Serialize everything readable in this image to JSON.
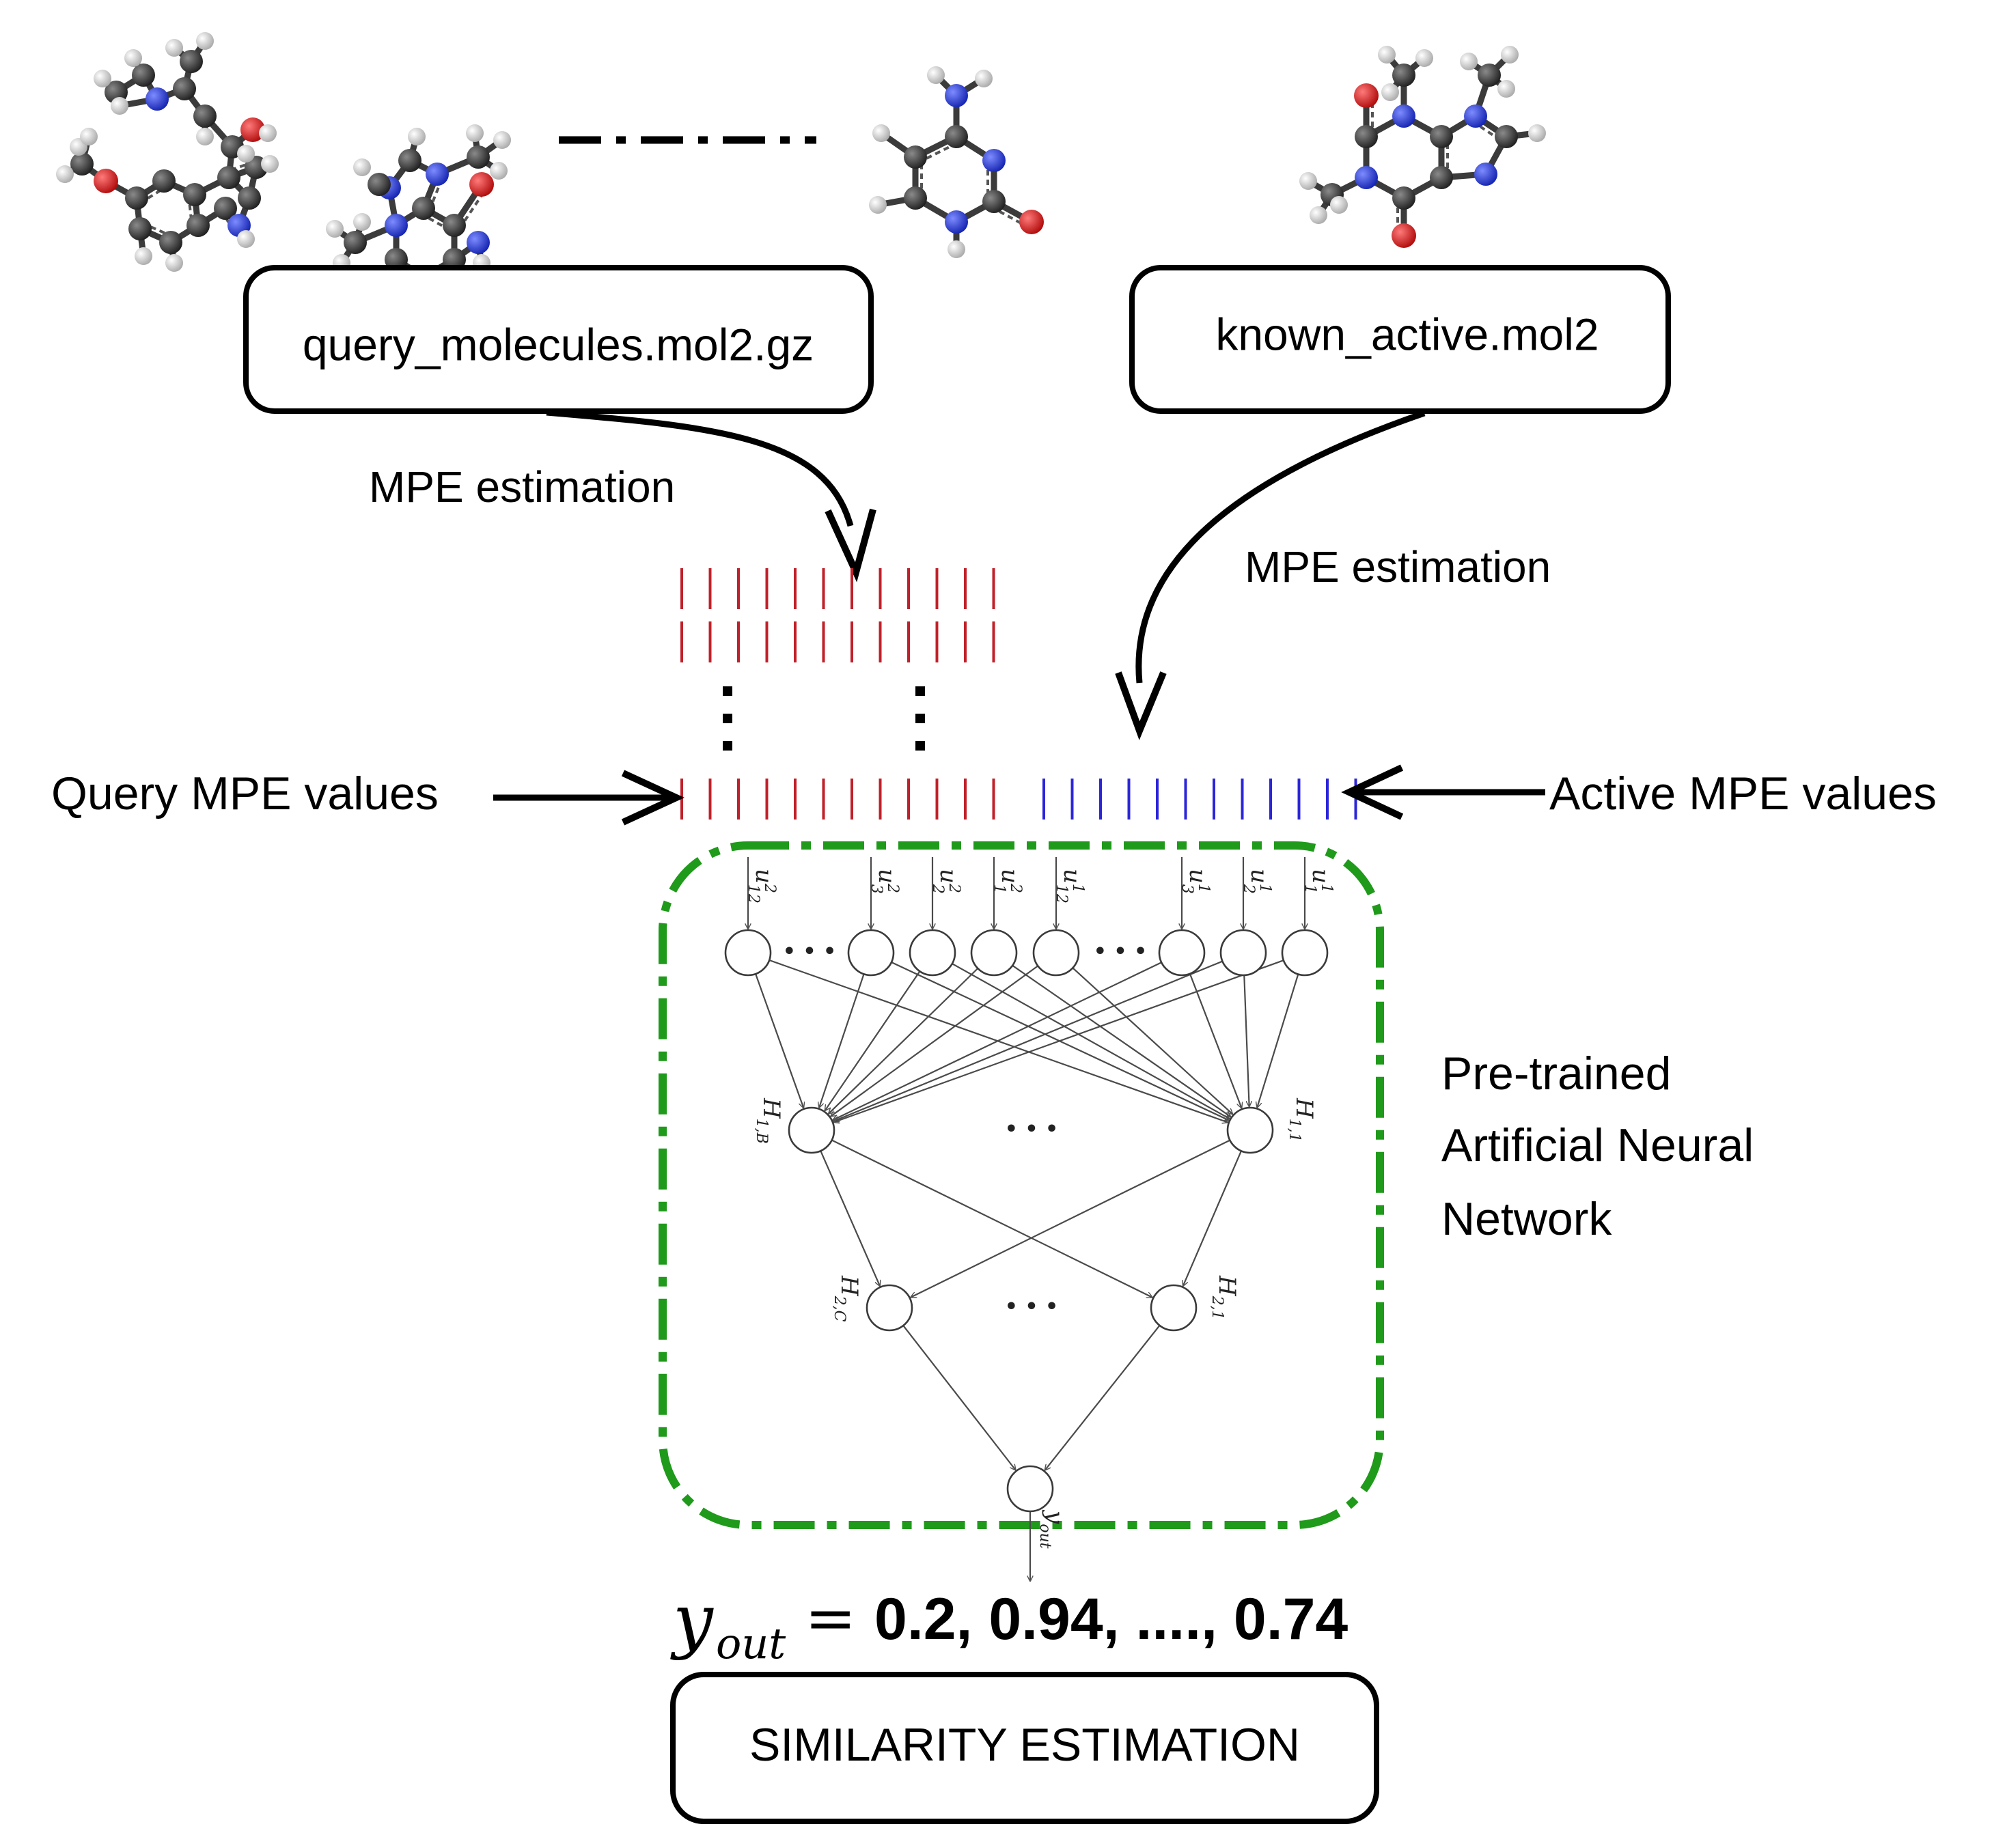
{
  "files": {
    "query": "query_molecules.mol2.gz",
    "active": "known_active.mol2"
  },
  "labels": {
    "mpe_left": "MPE estimation",
    "mpe_right": "MPE estimation",
    "query_values": "Query MPE values",
    "active_values": "Active MPE values",
    "ann_line1": "Pre-trained",
    "ann_line2": "Artificial Neural",
    "ann_line3": "Network",
    "output_box": "SIMILARITY ESTIMATION"
  },
  "output": {
    "symbol": "y",
    "subscript": "out",
    "equals": "=",
    "values": "0.2, 0.94, ...., 0.74"
  },
  "network": {
    "inputs": [
      {
        "base": "u",
        "sub": "12",
        "sup": "2"
      },
      {
        "base": "u",
        "sub": "3",
        "sup": "2"
      },
      {
        "base": "u",
        "sub": "2",
        "sup": "2"
      },
      {
        "base": "u",
        "sub": "1",
        "sup": "2"
      },
      {
        "base": "u",
        "sub": "12",
        "sup": "1"
      },
      {
        "base": "u",
        "sub": "3",
        "sup": "1"
      },
      {
        "base": "u",
        "sub": "2",
        "sup": "1"
      },
      {
        "base": "u",
        "sub": "1",
        "sup": "1"
      }
    ],
    "h1_left": {
      "base": "H",
      "sub": "1,B"
    },
    "h1_right": {
      "base": "H",
      "sub": "1,1"
    },
    "h2_left": {
      "base": "H",
      "sub": "2,C"
    },
    "h2_right": {
      "base": "H",
      "sub": "2,1"
    },
    "out": {
      "base": "y",
      "sub": "out"
    },
    "ellipsis": "• • •"
  },
  "colors": {
    "query_bars": "#c0202a",
    "active_bars": "#2c25d8",
    "ann_frame": "#1f9a1a",
    "carbon": "#333333",
    "nitrogen": "#2a3fd0",
    "oxygen": "#d01818",
    "hydrogen": "#e6e6e6"
  }
}
